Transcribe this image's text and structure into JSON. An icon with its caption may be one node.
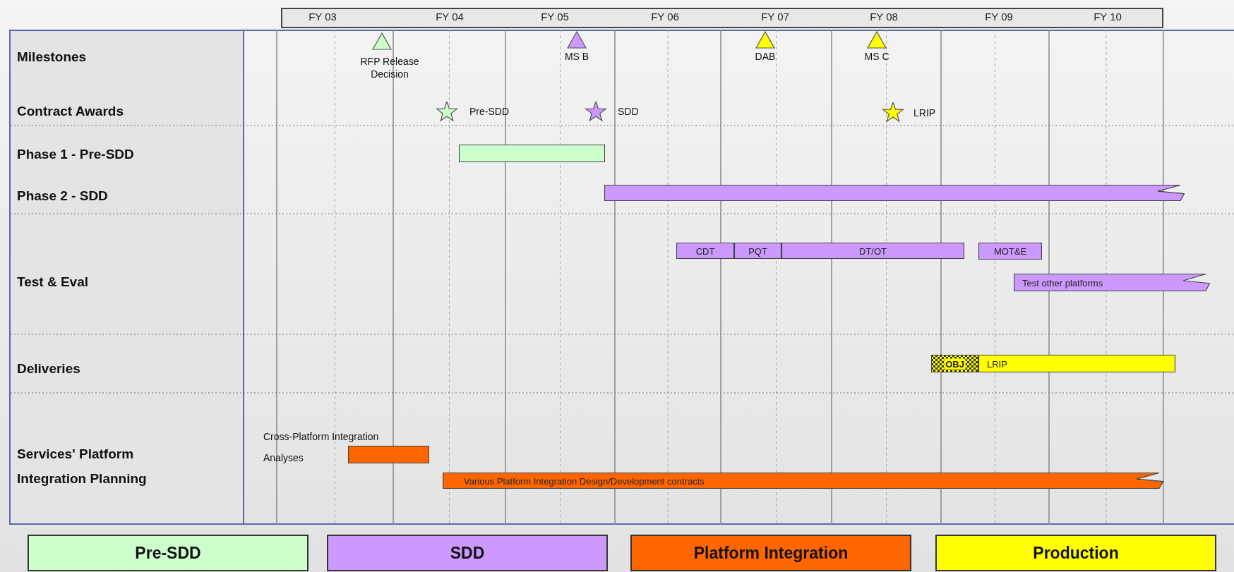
{
  "diagram": {
    "nodes": [
      {
        "text": [],
        "shape": "bar"
      },
      {
        "text": [],
        "shape": "bar"
      },
      {
        "text": [
          "CDT"
        ]
      },
      {
        "text": [
          "PQT"
        ]
      },
      {
        "text": [
          "DT/OT"
        ]
      },
      {
        "text": [
          "MOT&E"
        ]
      },
      {
        "text": [
          "Test other platforms"
        ]
      },
      {
        "text": [
          "OBJ"
        ]
      },
      {
        "text": [
          "LRIP"
        ]
      },
      {
        "text": [],
        "shape": "bar",
        "beside": [
          "Cross-Platform Integration Analyses"
        ]
      },
      {
        "text": [
          "Various Platform Integration Design/Development contracts"
        ]
      }
    ],
    "labels": [
      "FY 03",
      "FY 04",
      "FY 05",
      "FY 06",
      "FY 07",
      "FY 08",
      "FY 09",
      "FY 10",
      "Milestones",
      "RFP Release Decision",
      "MS B",
      "DAB",
      "MS C",
      "Contract Awards",
      "Pre-SDD",
      "SDD",
      "LRIP",
      "Phase 1 - Pre-SDD",
      "Phase 2 - SDD",
      "Test & Eval",
      "Deliveries",
      "Services' Platform Integration Planning"
    ],
    "legend": [
      {
        "text": "Pre-SDD",
        "color": "#ccffcc"
      },
      {
        "text": "SDD",
        "color": "#cc99ff"
      },
      {
        "text": "Platform Integration",
        "color": "#ff6600"
      },
      {
        "text": "Production",
        "color": "#ffff00"
      }
    ]
  }
}
